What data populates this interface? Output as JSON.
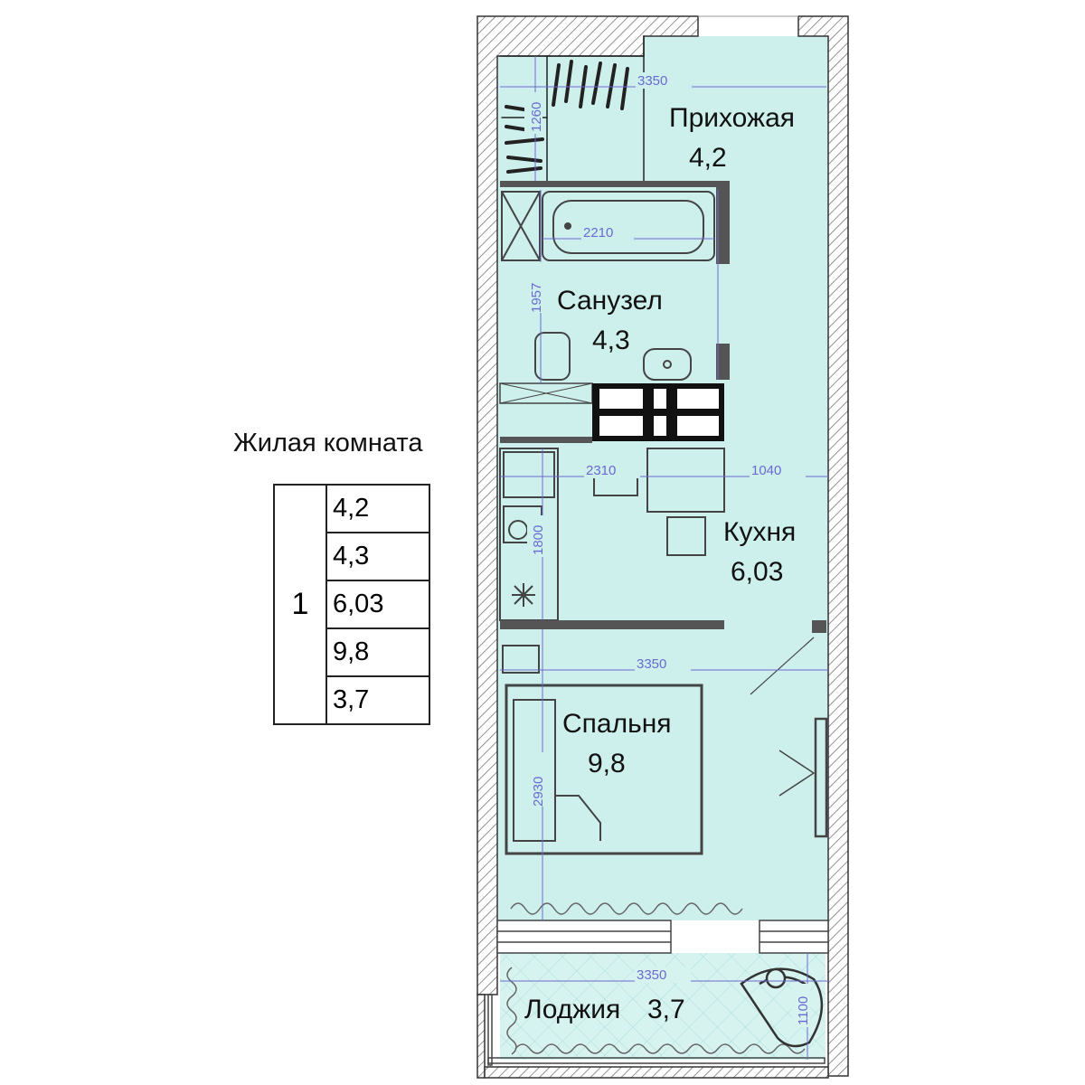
{
  "rooms": {
    "hallway": {
      "name": "Прихожая",
      "area": "4,2"
    },
    "bathroom": {
      "name": "Санузел",
      "area": "4,3"
    },
    "kitchen": {
      "name": "Кухня",
      "area": "6,03"
    },
    "bedroom": {
      "name": "Спальня",
      "area": "9,8"
    },
    "loggia": {
      "name": "Лоджия",
      "area": "3,7"
    }
  },
  "dimensions": {
    "top_width": "3350",
    "hall_depth": "1260",
    "bath_length": "2210",
    "bath_depth": "1957",
    "kitchen_width": "2310",
    "kitchen_side": "1040",
    "kitchen_depth": "1800",
    "bed_width": "3350",
    "bed_depth": "2930",
    "loggia_width": "3350",
    "loggia_depth": "1100"
  },
  "legend": {
    "title": "Жилая комната",
    "rooms_count": "1",
    "values": [
      "4,2",
      "4,3",
      "6,03",
      "9,8",
      "3,7"
    ]
  },
  "colors": {
    "floor": "#cdf0ec",
    "loggia": "#d7f3f0",
    "wall": "#555555",
    "dimension": "#6a6ad0"
  }
}
